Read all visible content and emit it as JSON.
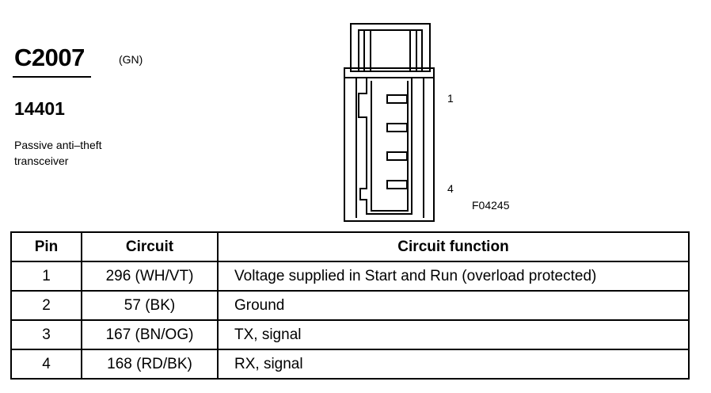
{
  "connector": {
    "id": "C2007",
    "color_code": "(GN)",
    "part_number": "14401",
    "description": "Passive anti–theft transceiver"
  },
  "diagram": {
    "pin_first_label": "1",
    "pin_last_label": "4",
    "figure_code": "F04245"
  },
  "table": {
    "headers": [
      "Pin",
      "Circuit",
      "Circuit function"
    ],
    "rows": [
      {
        "pin": "1",
        "circuit": "296 (WH/VT)",
        "function": "Voltage supplied in Start and Run (overload protected)"
      },
      {
        "pin": "2",
        "circuit": "57 (BK)",
        "function": "Ground"
      },
      {
        "pin": "3",
        "circuit": "167 (BN/OG)",
        "function": "TX, signal"
      },
      {
        "pin": "4",
        "circuit": "168 (RD/BK)",
        "function": "RX, signal"
      }
    ]
  }
}
